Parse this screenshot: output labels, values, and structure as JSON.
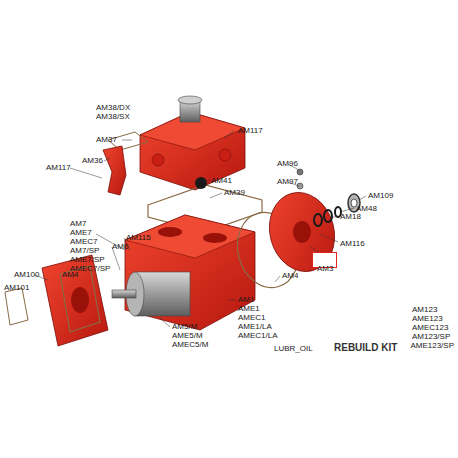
{
  "diagram": {
    "nodes": [
      {
        "text": [
          "AM3"
        ]
      }
    ],
    "labels": [
      "AM38/DX",
      "AM38/SX",
      "AM117",
      "AM37",
      "AM36",
      "AM117",
      "AM41",
      "AM39",
      "AM96",
      "AM97",
      "AM109",
      "AM48",
      "AM18",
      "AM116",
      "AM7",
      "AME7",
      "AMEC7",
      "AM7/SP",
      "AME7/SP",
      "AMEC7/SP",
      "AM115",
      "AM6",
      "AM100",
      "AM4",
      "AM101",
      "AM4",
      "AM1",
      "AME1",
      "AMEC1",
      "AME1/LA",
      "AMEC1/LA",
      "AM5/M",
      "AME5/M",
      "AMEC5/M",
      "LUBR_OIL",
      "AM123",
      "AME123",
      "AMEC123",
      "AM123/SP",
      "AME123/SP",
      "REBUILD KIT"
    ]
  }
}
